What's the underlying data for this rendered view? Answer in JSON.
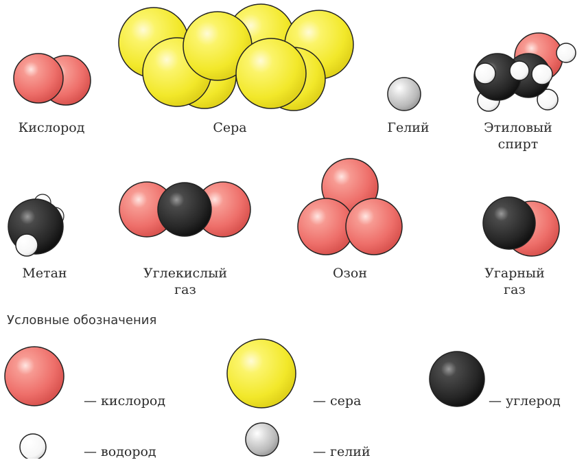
{
  "colors": {
    "oxygen": "#ee7772",
    "sulfur": "#f6ee3a",
    "carbon": "#2b2b2b",
    "hydrogen": "#ffffff",
    "helium": "#c9c9c9",
    "outline": "#222222"
  },
  "molecules": [
    {
      "id": "oxygen",
      "name": "Кислород"
    },
    {
      "id": "sulfur",
      "name": "Сера"
    },
    {
      "id": "helium",
      "name": "Гелий"
    },
    {
      "id": "ethanol",
      "name_line1": "Этиловый",
      "name_line2": "спирт"
    },
    {
      "id": "methane",
      "name": "Метан"
    },
    {
      "id": "co2",
      "name_line1": "Углекислый",
      "name_line2": "газ"
    },
    {
      "id": "ozone",
      "name": "Озон"
    },
    {
      "id": "co",
      "name_line1": "Угарный",
      "name_line2": "газ"
    }
  ],
  "legend": {
    "title": "Условные обозначения",
    "items": [
      {
        "element": "oxygen",
        "label": "— кислород"
      },
      {
        "element": "sulfur",
        "label": "— сера"
      },
      {
        "element": "carbon",
        "label": "— углерод"
      },
      {
        "element": "hydrogen",
        "label": "— водород"
      },
      {
        "element": "helium",
        "label": "— гелий"
      }
    ]
  }
}
